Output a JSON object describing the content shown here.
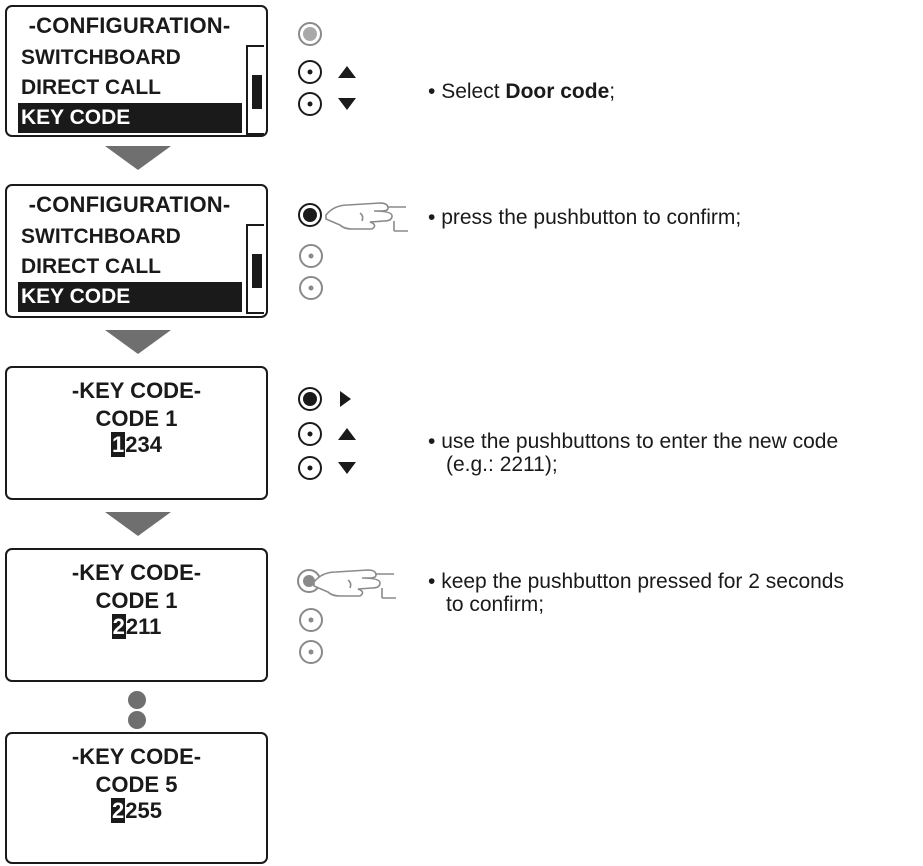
{
  "screens": [
    {
      "title": "-CONFIGURATION-",
      "items": [
        "SWITCHBOARD",
        "DIRECT CALL",
        "KEY CODE"
      ],
      "selected_index": 2
    },
    {
      "title": "-CONFIGURATION-",
      "items": [
        "SWITCHBOARD",
        "DIRECT CALL",
        "KEY CODE"
      ],
      "selected_index": 2
    },
    {
      "title": "-KEY CODE-",
      "line": "CODE 1",
      "cursor_digit": "1",
      "rest_digits": "234"
    },
    {
      "title": "-KEY CODE-",
      "line": "CODE 1",
      "cursor_digit": "2",
      "rest_digits": "211"
    },
    {
      "title": "-KEY CODE-",
      "line": "CODE 5",
      "cursor_digit": "2",
      "rest_digits": "255"
    }
  ],
  "steps": [
    {
      "bullet": "•",
      "prefix": "Select ",
      "bold": "Door code",
      "suffix": ";"
    },
    {
      "bullet": "•",
      "text": "press the pushbutton to confirm;"
    },
    {
      "bullet": "•",
      "line1": "use the pushbuttons to enter the new code",
      "line2": "(e.g.: 2211);"
    },
    {
      "bullet": "•",
      "line1": "keep the pushbutton pressed for 2 seconds",
      "line2": "to confirm;"
    }
  ],
  "icons": [
    "push-button-icon",
    "up-arrow-icon",
    "down-arrow-icon",
    "right-arrow-icon",
    "pointing-hand-icon",
    "flow-arrow-icon",
    "ellipsis-dot-icon"
  ]
}
